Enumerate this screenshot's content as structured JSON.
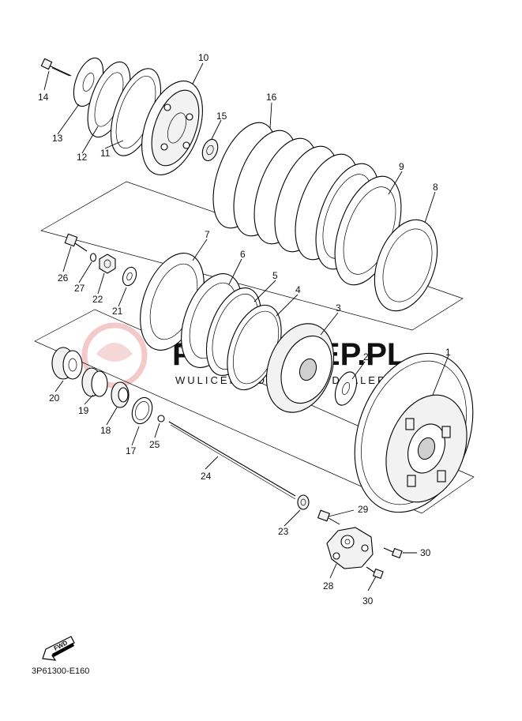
{
  "watermark": {
    "brand": "PARTSKLEP.PL",
    "tagline": "WULICENCJONOWANY DEALER YAMAHA",
    "logo_color": "#f2c4c4"
  },
  "fwd_label": "FWD",
  "diagram_code": "3P61300-E160",
  "parts": [
    {
      "id": "p1",
      "label": "1"
    },
    {
      "id": "p2",
      "label": "2"
    },
    {
      "id": "p3",
      "label": "3"
    },
    {
      "id": "p4",
      "label": "4"
    },
    {
      "id": "p5",
      "label": "5"
    },
    {
      "id": "p6",
      "label": "6"
    },
    {
      "id": "p7",
      "label": "7"
    },
    {
      "id": "p8",
      "label": "8"
    },
    {
      "id": "p9",
      "label": "9"
    },
    {
      "id": "p10",
      "label": "10"
    },
    {
      "id": "p11",
      "label": "11"
    },
    {
      "id": "p12",
      "label": "12"
    },
    {
      "id": "p13",
      "label": "13"
    },
    {
      "id": "p14",
      "label": "14"
    },
    {
      "id": "p15",
      "label": "15"
    },
    {
      "id": "p16",
      "label": "16"
    },
    {
      "id": "p17",
      "label": "17"
    },
    {
      "id": "p18",
      "label": "18"
    },
    {
      "id": "p19",
      "label": "19"
    },
    {
      "id": "p20",
      "label": "20"
    },
    {
      "id": "p21",
      "label": "21"
    },
    {
      "id": "p22",
      "label": "22"
    },
    {
      "id": "p23",
      "label": "23"
    },
    {
      "id": "p24",
      "label": "24"
    },
    {
      "id": "p25",
      "label": "25"
    },
    {
      "id": "p26",
      "label": "26"
    },
    {
      "id": "p27",
      "label": "27"
    },
    {
      "id": "p28",
      "label": "28"
    },
    {
      "id": "p29",
      "label": "29"
    },
    {
      "id": "p30a",
      "label": "30"
    },
    {
      "id": "p30b",
      "label": "30"
    }
  ]
}
